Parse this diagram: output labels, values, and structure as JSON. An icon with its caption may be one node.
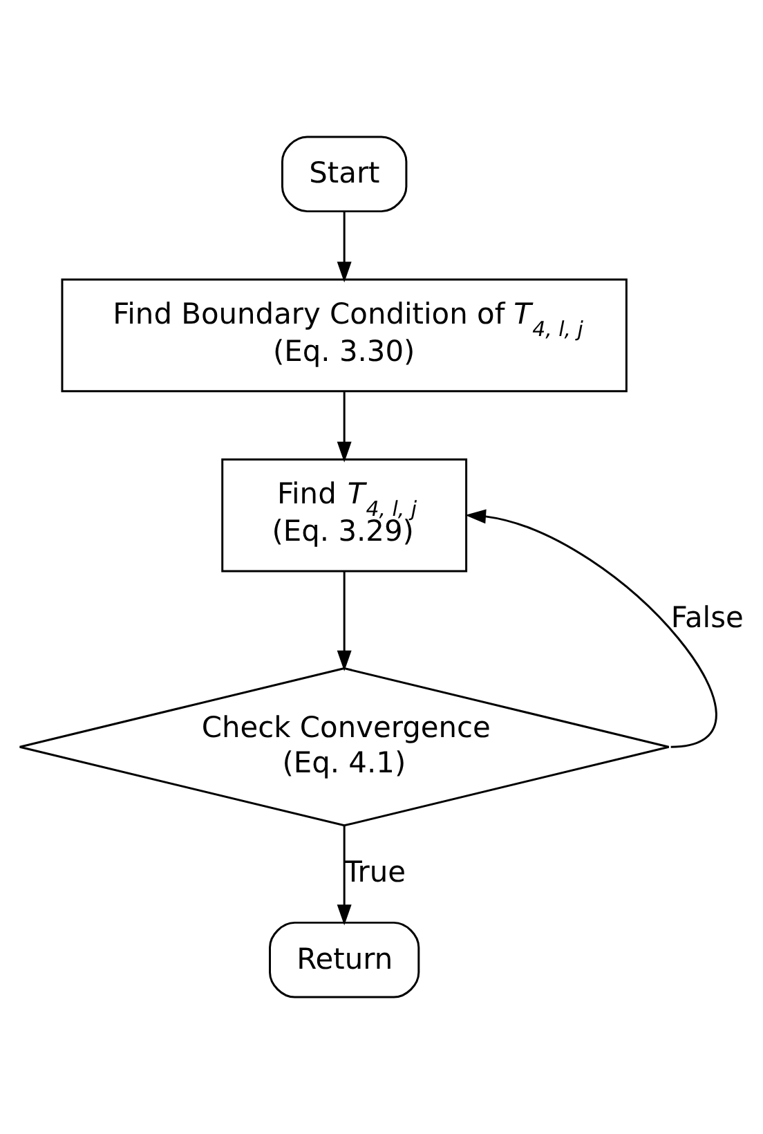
{
  "diagram": {
    "nodes": [
      {
        "text": [
          "Start"
        ]
      },
      {
        "text": [
          "Find Boundary Condition of *T*$_{4, l, j}$",
          "(Eq. 3.30)"
        ]
      },
      {
        "text": [
          "Find *T*$_{4, l, j}$",
          "(Eq. 3.29)"
        ]
      },
      {
        "text": [
          "Check Convergence",
          "(Eq. 4.1)"
        ]
      },
      {
        "text": [
          "Return"
        ]
      }
    ],
    "edges": [
      {
        "from": 0,
        "to": 1,
        "arrow": "to"
      },
      {
        "from": 1,
        "to": 2,
        "arrow": "to"
      },
      {
        "from": 2,
        "to": 3,
        "arrow": "to"
      },
      {
        "from": 3,
        "to": 4,
        "arrow": "to",
        "label": "True"
      },
      {
        "from": 3,
        "to": 2,
        "arrow": "to",
        "label": "False"
      }
    ]
  }
}
